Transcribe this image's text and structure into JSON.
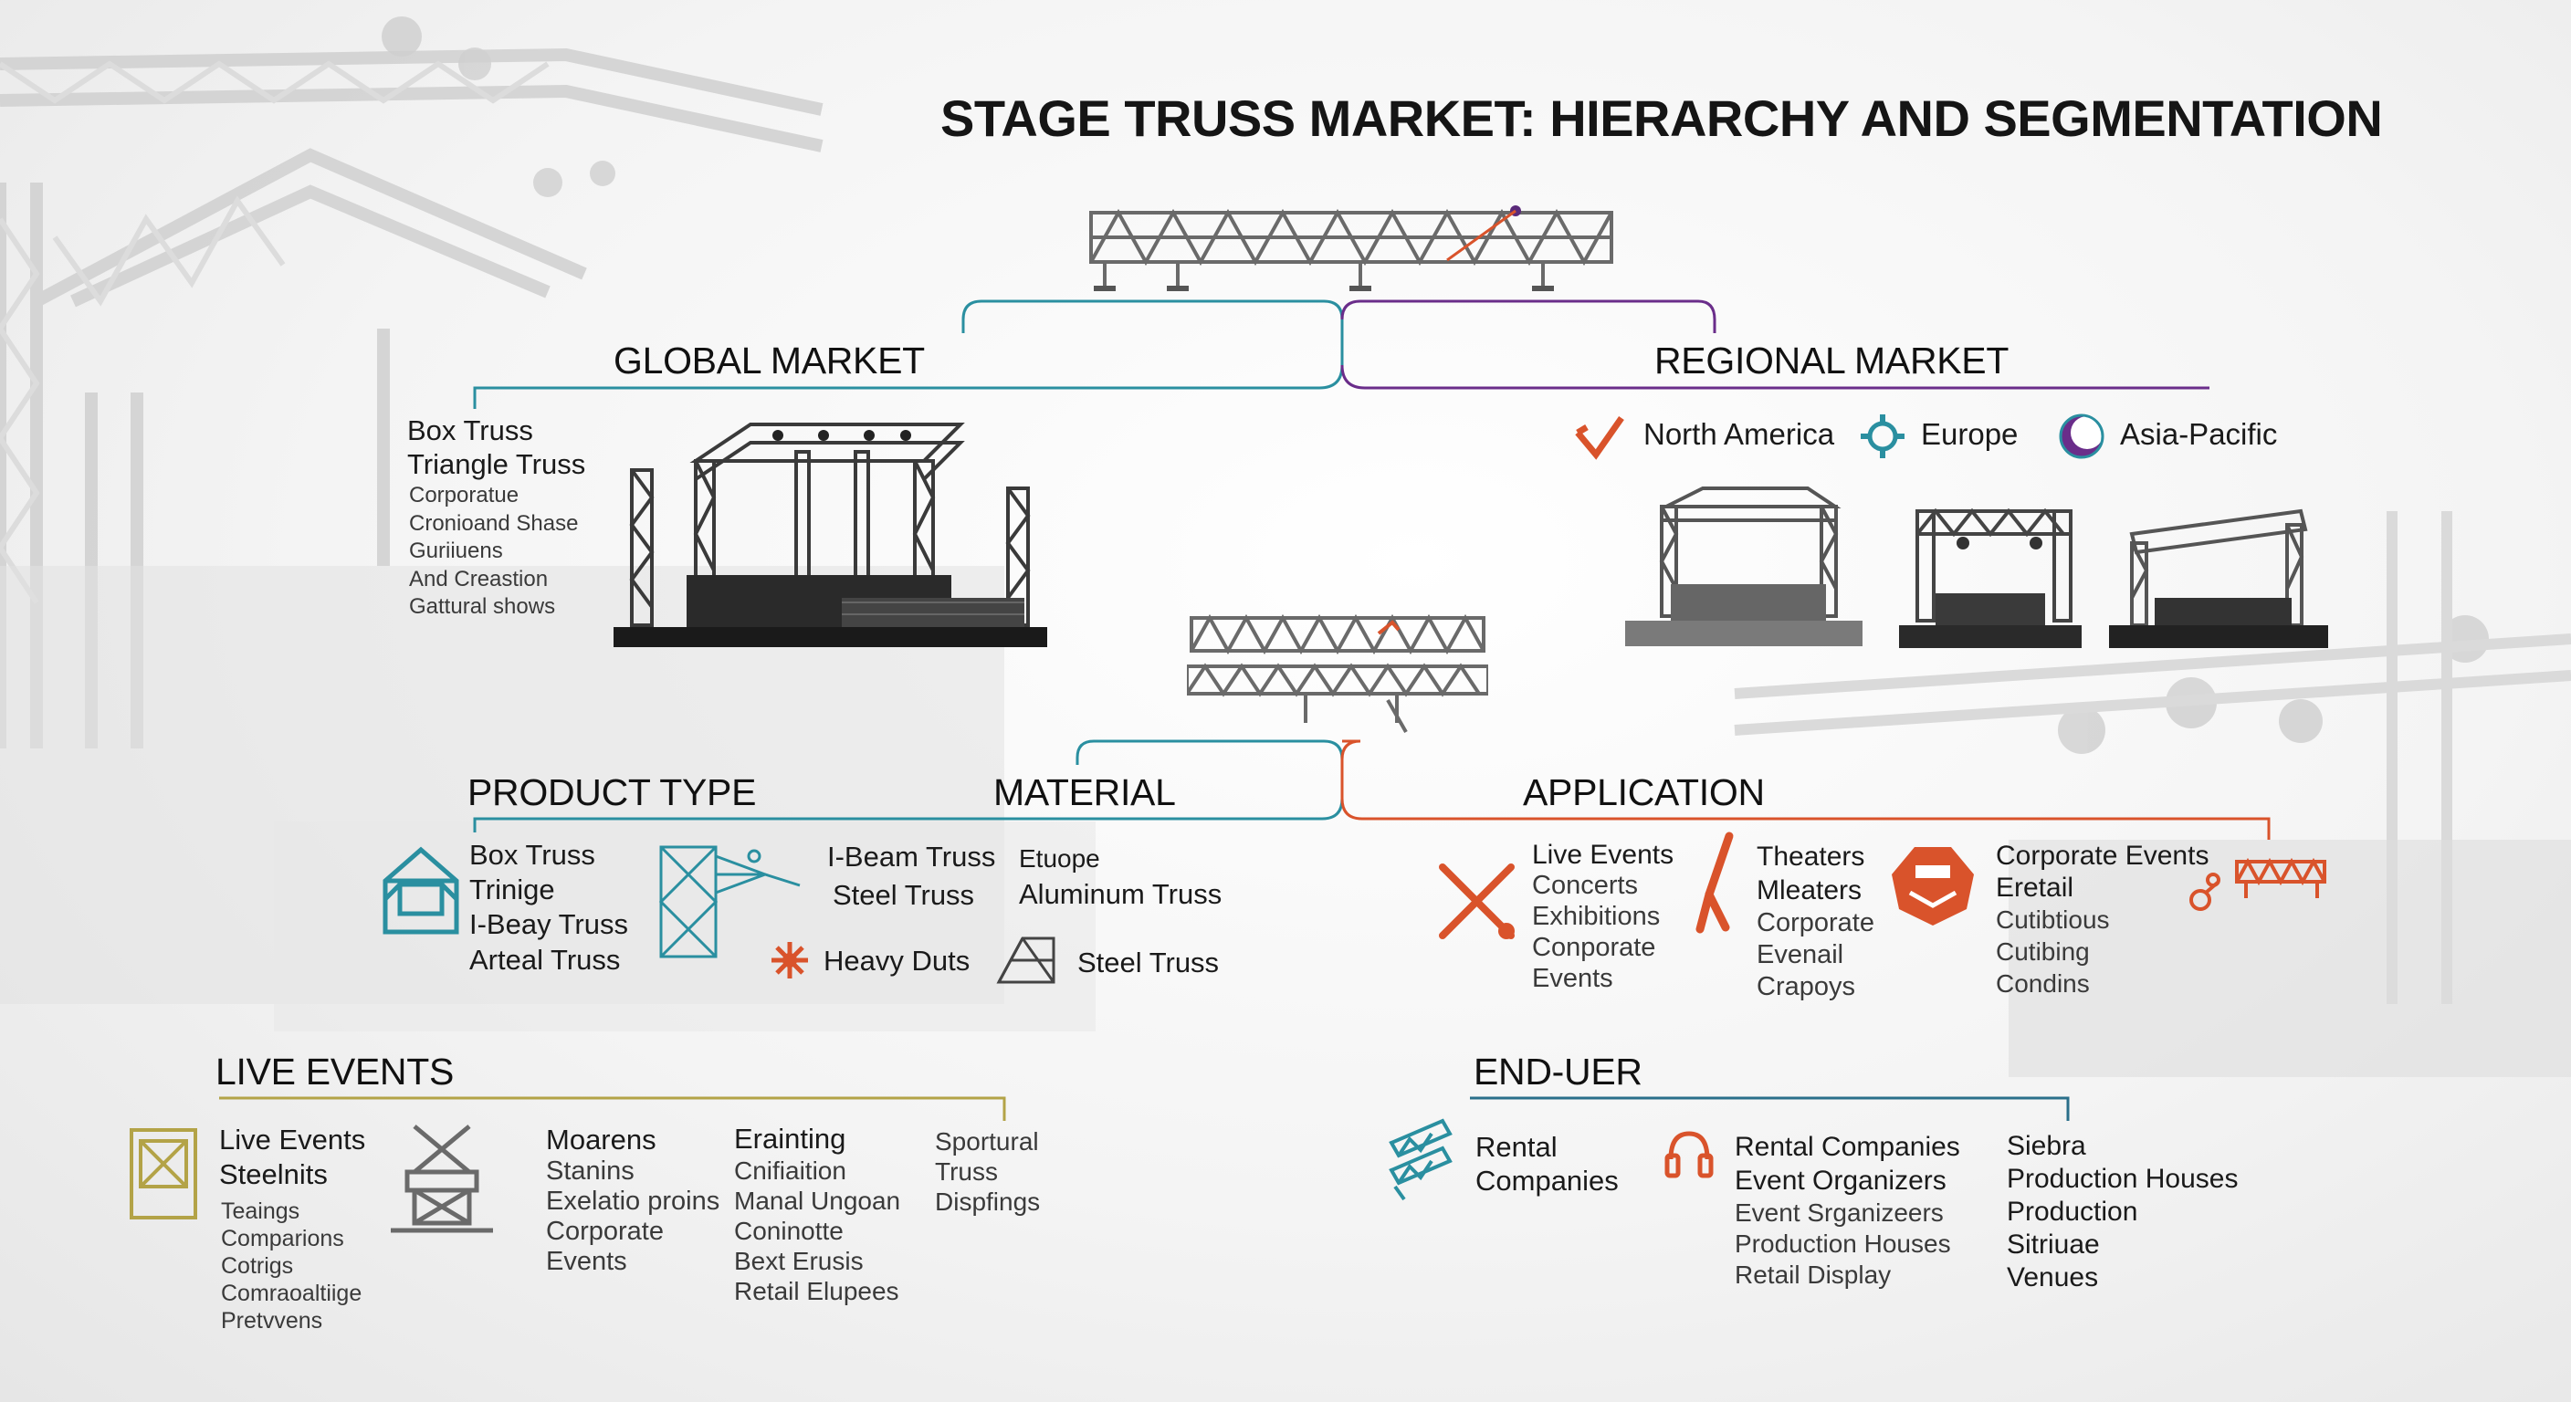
{
  "title": "STAGE TRUSS MARKET: HIERARCHY AND SEGMENTATION",
  "colors": {
    "teal": "#2a8fa0",
    "purple": "#6a2d8a",
    "orange": "#d9532b",
    "olive": "#b3a347",
    "darkblue": "#2a6f8a"
  },
  "global": {
    "heading": "GLOBAL MARKET",
    "types": [
      "Box Truss",
      "Triangle Truss"
    ],
    "uses": [
      "Corporatue",
      "Cronioand Shase",
      "Guriiuens",
      "And Creastion",
      "Gattural shows"
    ]
  },
  "regional": {
    "heading": "REGIONAL MARKET",
    "regions": [
      {
        "label": "North America",
        "icon": "checkmark-icon"
      },
      {
        "label": "Europe",
        "icon": "gear-icon"
      },
      {
        "label": "Asia-Pacific",
        "icon": "crescent-icon"
      }
    ]
  },
  "product": {
    "heading": "PRODUCT TYPE",
    "col1": [
      "Box Truss",
      "Trinige",
      "I-Beay Truss"
    ],
    "col1_extra": "Arteal Truss",
    "col2": [
      "I-Beam Truss",
      "Steel Truss"
    ],
    "heavy": "Heavy Duts"
  },
  "material": {
    "heading": "MATERIAL",
    "items": [
      "Etuope",
      "Aluminum Truss"
    ],
    "steel": "Steel Truss"
  },
  "application": {
    "heading": "APPLICATION",
    "col1": [
      "Live Events",
      "Concerts",
      "Exhibitions",
      "Conporate",
      "Events"
    ],
    "col2": [
      "Theaters",
      "Mleaters",
      "Corporate",
      "Evenail",
      "Crapoys"
    ],
    "col3": [
      "Corporate Events",
      "Eretail",
      "Cutibtious",
      "Cutibing",
      "Condins"
    ]
  },
  "live_events": {
    "heading": "LIVE EVENTS",
    "col1_head": [
      "Live Events",
      "Steelnits"
    ],
    "col1": [
      "Teaings",
      "Comparions",
      "Cotrigs",
      "Comraoaltiige",
      "Pretvvens"
    ],
    "col2_head": "Moarens",
    "col2": [
      "Stanins",
      "Exelatio proins",
      "Corporate",
      "Events"
    ],
    "col3_head": "Erainting",
    "col3": [
      "Cnifiaition",
      "Manal Ungoan",
      "Coninotte",
      "Bext Erusis",
      "Retail Elupees"
    ],
    "col4": [
      "Sportural",
      "Truss",
      "Dispfings"
    ]
  },
  "end_user": {
    "heading": "END-UER",
    "col1": [
      "Rental",
      "Companies"
    ],
    "col2": [
      "Rental Companies",
      "Event Organizers",
      "Event Srganizeers",
      "Production Houses",
      "Retail Display"
    ],
    "col3": [
      "Siebra",
      "Production Houses",
      "Production",
      "Sitriuae",
      "Venues"
    ]
  }
}
